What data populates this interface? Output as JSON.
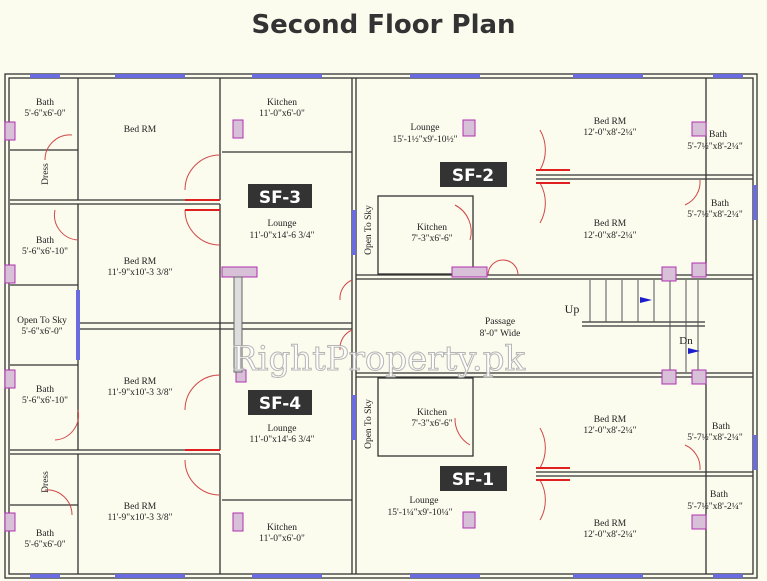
{
  "title": "Second Floor Plan",
  "watermark": "RightProperty.pk",
  "units": {
    "sf1": "SF-1",
    "sf2": "SF-2",
    "sf3": "SF-3",
    "sf4": "SF-4"
  },
  "left": {
    "bath_top": [
      "Bath",
      "5'-6\"x6'-0\""
    ],
    "dress_top": "Dress",
    "bed_top": "Bed RM",
    "kitchen_top": [
      "Kitchen",
      "11'-0\"x6'-0\""
    ],
    "lounge_sf3": [
      "Lounge",
      "11'-0\"x14'-6 3/4\""
    ],
    "bath_2": [
      "Bath",
      "5'-6\"x6'-10\""
    ],
    "bed_2": [
      "Bed RM",
      "11'-9\"x10'-3 3/8\""
    ],
    "open_sky": [
      "Open To Sky",
      "5'-6\"x6'-0\""
    ],
    "bath_3": [
      "Bath",
      "5'-6\"x6'-10\""
    ],
    "bed_3": [
      "Bed RM",
      "11'-9\"x10'-3 3/8\""
    ],
    "lounge_sf4": [
      "Lounge",
      "11'-0\"x14'-6 3/4\""
    ],
    "dress_bottom": "Dress",
    "bed_bottom": [
      "Bed RM",
      "11'-9\"x10'-3 3/8\""
    ],
    "bath_bottom": [
      "Bath",
      "5'-6\"x6'-0\""
    ],
    "kitchen_bottom": [
      "Kitchen",
      "11'-0\"x6'-0\""
    ]
  },
  "right": {
    "lounge_sf2": [
      "Lounge",
      "15'-1½\"x9'-10½\""
    ],
    "bed_sf2_a": [
      "Bed RM",
      "12'-0\"x8'-2¼\""
    ],
    "bath_sf2_a": [
      "Bath",
      "5'-7½\"x8'-2¼\""
    ],
    "open_sky_sf2": "Open To Sky",
    "kitchen_sf2": [
      "Kitchen",
      "7'-3\"x6'-6\""
    ],
    "bed_sf2_b": [
      "Bed RM",
      "12'-0\"x8'-2¼\""
    ],
    "bath_sf2_b": [
      "Bath",
      "5'-7½\"x8'-2¼\""
    ],
    "up": "Up",
    "passage": [
      "Passage",
      "8'-0\" Wide"
    ],
    "dn": "Dn",
    "open_sky_sf1": "Open To Sky",
    "kitchen_sf1": [
      "Kitchen",
      "7'-3\"x6'-6\""
    ],
    "bed_sf1_a": [
      "Bed RM",
      "12'-0\"x8'-2¼\""
    ],
    "bath_sf1_a": [
      "Bath",
      "5'-7½\"x8'-2¼\""
    ],
    "lounge_sf1": [
      "Lounge",
      "15'-1¼\"x9'-10¼\""
    ],
    "bed_sf1_b": [
      "Bed RM",
      "12'-0\"x8'-2¼\""
    ],
    "bath_sf1_b": [
      "Bath",
      "5'-7½\"x8'-2¼\""
    ]
  },
  "colors": {
    "wall": "#333333",
    "window": "#6b6be0",
    "door": "#e02020",
    "duct": "#b030b0",
    "badge": "#333333",
    "background": "#fbfbee"
  }
}
